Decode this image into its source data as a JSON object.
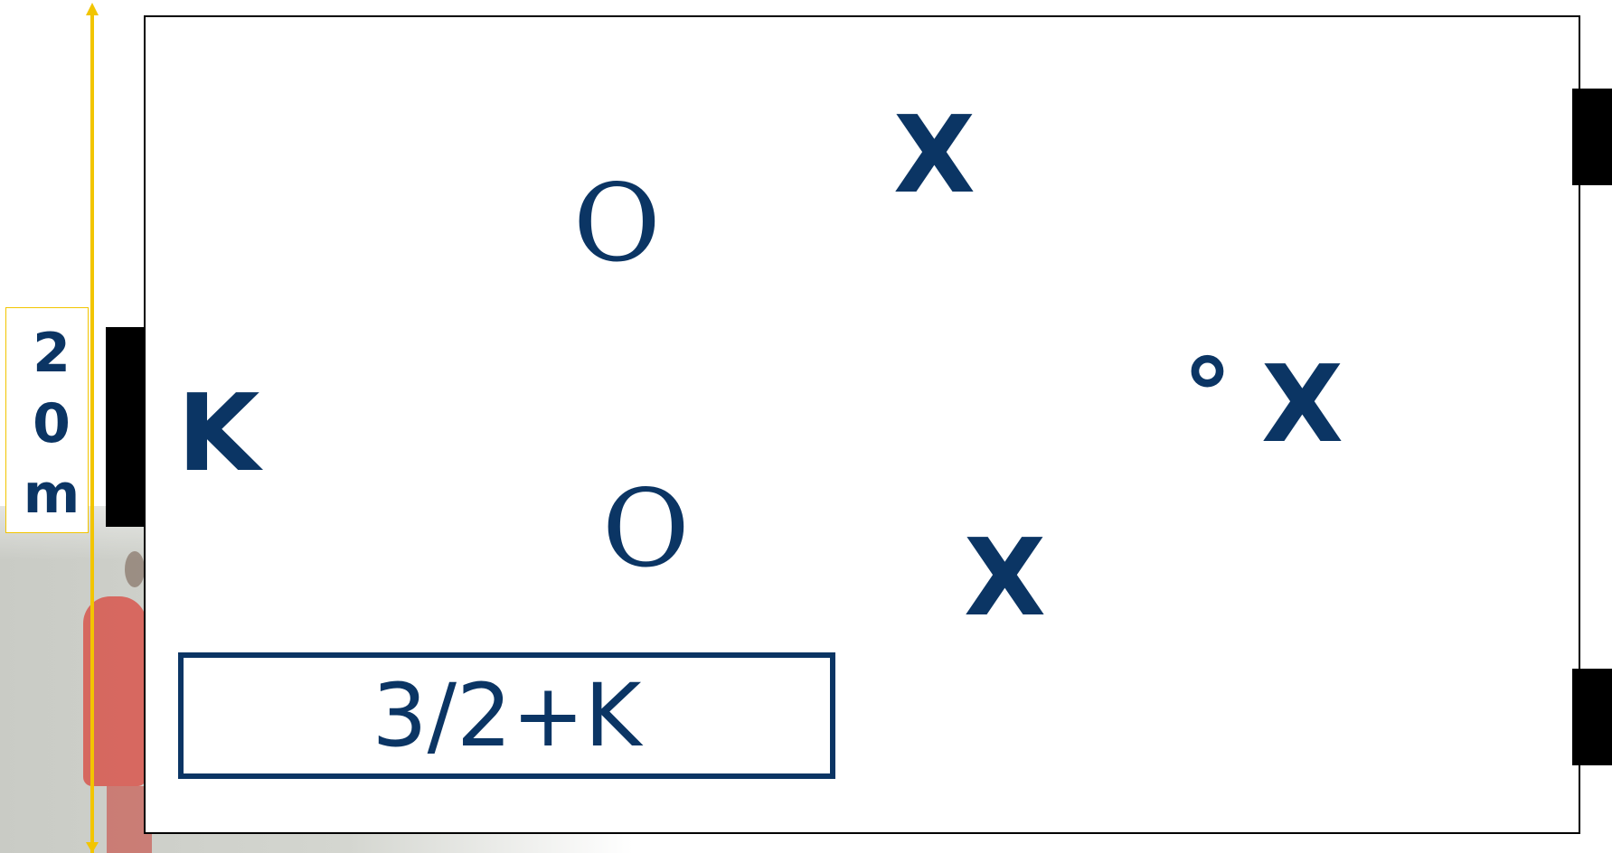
{
  "dimension": {
    "label": [
      "2",
      "0",
      "m"
    ],
    "color": "#f2c500"
  },
  "players": {
    "keeper": "K",
    "defenders": [
      "O",
      "O"
    ],
    "attackers": [
      "X",
      "X",
      "X"
    ],
    "ball": "°"
  },
  "formation_label": "3/2+K",
  "colors": {
    "marker": "#0b3564",
    "goal": "#000000",
    "field_border": "#000000"
  }
}
